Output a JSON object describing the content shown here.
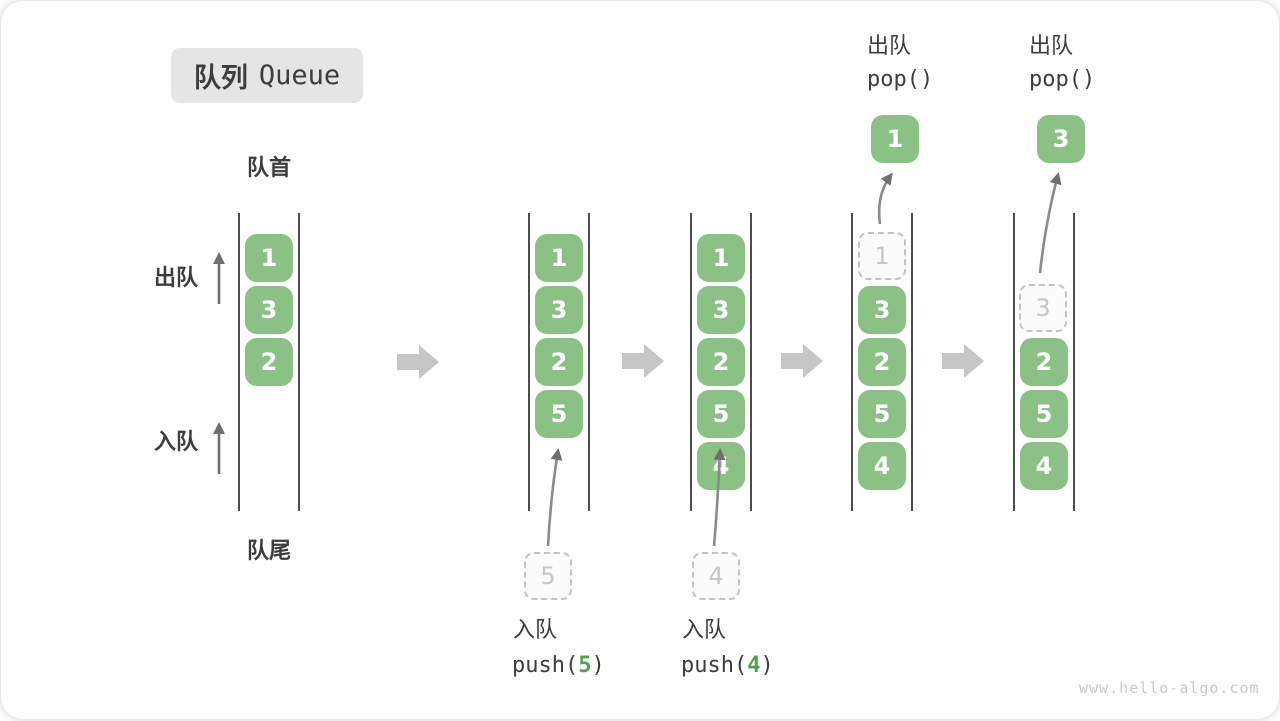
{
  "title": {
    "zh": "队列",
    "en": "Queue"
  },
  "watermark": "www.hello-algo.com",
  "pointers": {
    "front": "队首",
    "rear": "队尾"
  },
  "ops": {
    "dequeue": "出队",
    "enqueue": "入队"
  },
  "colors": {
    "box_green": "#8bc185",
    "code_arg_green": "#4fa34f",
    "ghost_border": "#c2c2c2",
    "ghost_text": "#c6c6c6",
    "queue_line": "#4d4d4d",
    "thin_arrow": "#6f6f6f",
    "block_arrow": "#c6c6c6",
    "text": "#3d3d3d",
    "badge_bg": "#e5e5e5",
    "watermark_gray": "#c8c8c8"
  },
  "states": [
    {
      "items": [
        "1",
        "3",
        "2"
      ]
    },
    {
      "items": [
        "1",
        "3",
        "2",
        "5"
      ],
      "action": {
        "label": "入队",
        "fn": "push(",
        "arg": "5",
        "close": ")",
        "incoming": "5"
      }
    },
    {
      "items": [
        "1",
        "3",
        "2",
        "5",
        "4"
      ],
      "action": {
        "label": "入队",
        "fn": "push(",
        "arg": "4",
        "close": ")",
        "incoming": "4"
      }
    },
    {
      "items": [
        "3",
        "2",
        "5",
        "4"
      ],
      "removed": "1",
      "popped": "1",
      "action": {
        "label": "出队",
        "fn": "pop()"
      }
    },
    {
      "items": [
        "2",
        "5",
        "4"
      ],
      "removed": "3",
      "popped": "3",
      "action": {
        "label": "出队",
        "fn": "pop()"
      }
    }
  ]
}
